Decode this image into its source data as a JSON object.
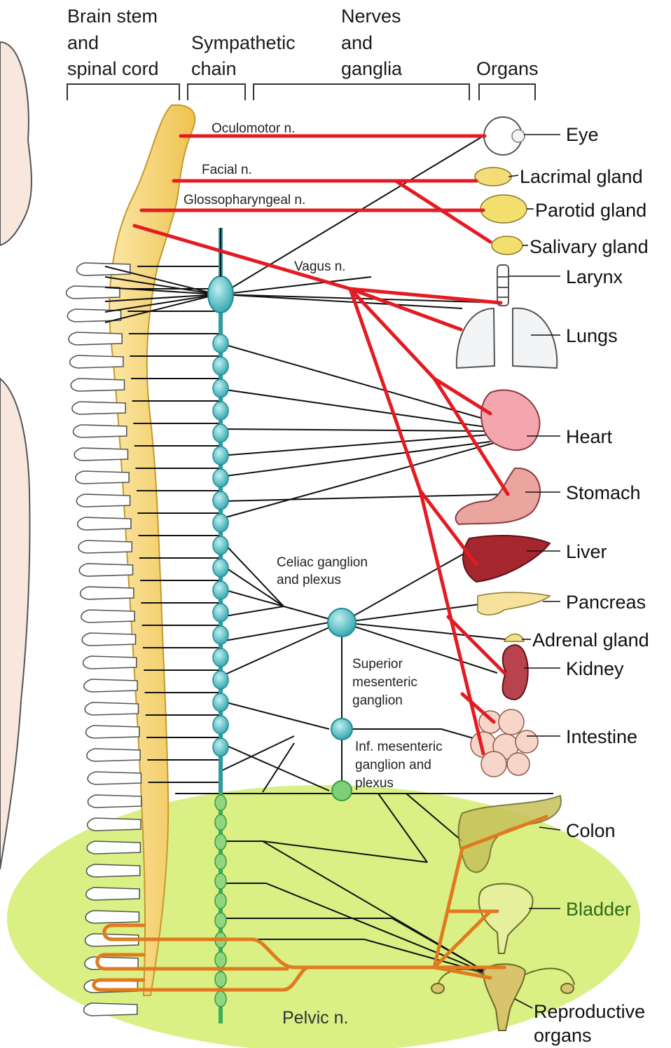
{
  "headers": {
    "brainstem_1": "Brain stem",
    "brainstem_2": "and",
    "brainstem_3": "spinal cord",
    "chain_1": "Sympathetic",
    "chain_2": "chain",
    "nerves_1": "Nerves",
    "nerves_2": "and",
    "nerves_3": "ganglia",
    "organs": "Organs"
  },
  "nerves": {
    "oculomotor": "Oculomotor n.",
    "facial": "Facial n.",
    "glosso": "Glossopharyngeal n.",
    "vagus": "Vagus n.",
    "celiac_1": "Celiac ganglion",
    "celiac_2": "and plexus",
    "supmes_1": "Superior",
    "supmes_2": "mesenteric",
    "supmes_3": "ganglion",
    "infmes_1": "Inf. mesenteric",
    "infmes_2": "ganglion and",
    "infmes_3": "plexus",
    "pelvic": "Pelvic n."
  },
  "organs": {
    "eye": "Eye",
    "lacrimal": "Lacrimal gland",
    "parotid": "Parotid gland",
    "salivary": "Salivary gland",
    "larynx": "Larynx",
    "lungs": "Lungs",
    "heart": "Heart",
    "stomach": "Stomach",
    "liver": "Liver",
    "pancreas": "Pancreas",
    "adrenal": "Adrenal gland",
    "kidney": "Kidney",
    "intestine": "Intestine",
    "colon": "Colon",
    "bladder": "Bladder",
    "repro_1": "Reproductive",
    "repro_2": "organs"
  },
  "colors": {
    "parasympathetic_cranial": "#e31b23",
    "parasympathetic_sacral": "#e07a1f",
    "sympathetic_chain": "#46b7bd",
    "spinal_cord": "#f6d27a",
    "pelvic_region": "#d4ec6e",
    "bladder_label": "#2f6b16"
  }
}
